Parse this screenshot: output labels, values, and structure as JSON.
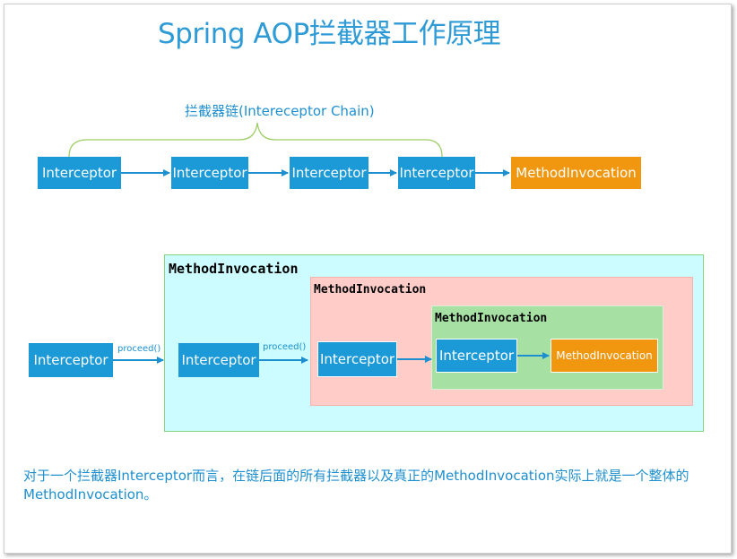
{
  "title": "Spring AOP拦截器工作原理",
  "chain": {
    "label": "拦截器链(Intereceptor Chain)",
    "items": [
      "Interceptor",
      "Interceptor",
      "Interceptor",
      "Interceptor"
    ],
    "target": "MethodInvocation"
  },
  "nested": {
    "outer_interceptor": "Interceptor",
    "proceed_label_1": "proceed()",
    "proceed_label_2": "proceed()",
    "level1": {
      "label": "MethodInvocation",
      "interceptor": "Interceptor"
    },
    "level2": {
      "label": "MethodInvocation",
      "interceptor": "Interceptor"
    },
    "level3": {
      "label": "MethodInvocation",
      "interceptor": "Interceptor",
      "target": "MethodInvocation"
    }
  },
  "note": "对于一个拦截器Interceptor而言，在链后面的所有拦截器以及真正的MethodInvocation实际上就是一个整体的MethodInvocation。",
  "colors": {
    "interceptor": "#1b9ad7",
    "method_invocation": "#f0960f",
    "level1_bg": "#ccfcff",
    "level2_bg": "#ffccc8",
    "level3_bg": "#a6e0a2",
    "text_accent": "#1e8fcf"
  }
}
